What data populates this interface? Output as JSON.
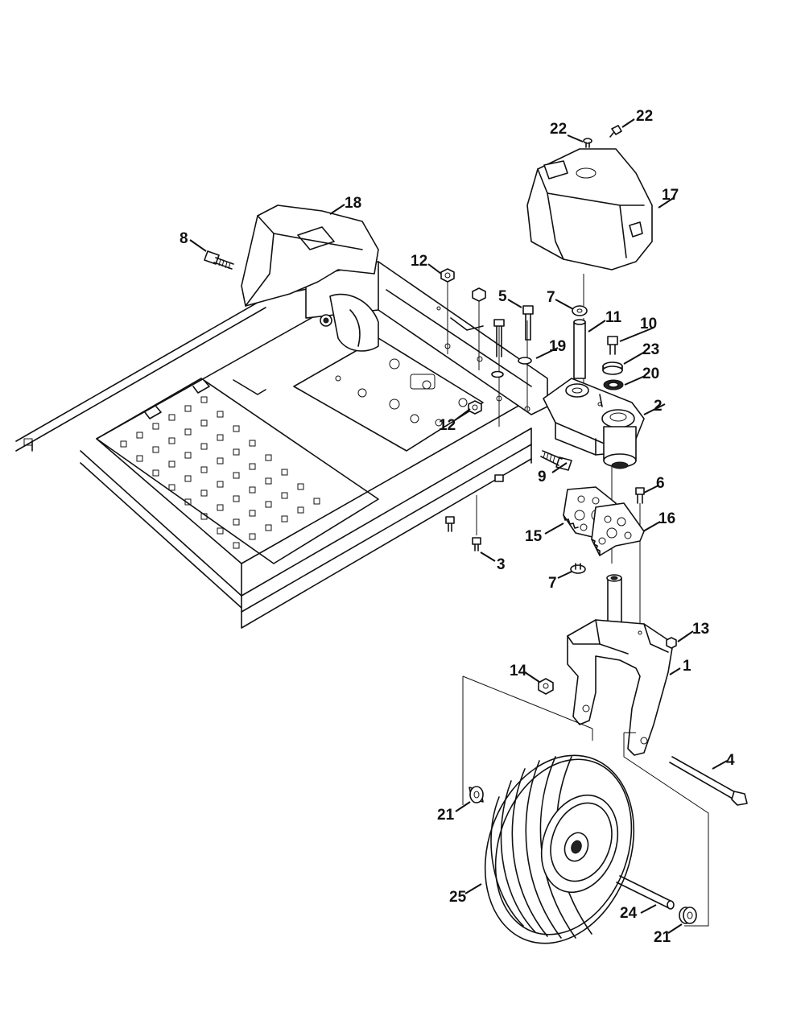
{
  "callouts": [
    {
      "id": "c1",
      "text": "1"
    },
    {
      "id": "c2",
      "text": "2"
    },
    {
      "id": "c3",
      "text": "3"
    },
    {
      "id": "c4",
      "text": "4"
    },
    {
      "id": "c5",
      "text": "5"
    },
    {
      "id": "c6",
      "text": "6"
    },
    {
      "id": "c7a",
      "text": "7"
    },
    {
      "id": "c7b",
      "text": "7"
    },
    {
      "id": "c8",
      "text": "8"
    },
    {
      "id": "c9",
      "text": "9"
    },
    {
      "id": "c10",
      "text": "10"
    },
    {
      "id": "c11",
      "text": "11"
    },
    {
      "id": "c12a",
      "text": "12"
    },
    {
      "id": "c12b",
      "text": "12"
    },
    {
      "id": "c13",
      "text": "13"
    },
    {
      "id": "c14",
      "text": "14"
    },
    {
      "id": "c15",
      "text": "15"
    },
    {
      "id": "c16",
      "text": "16"
    },
    {
      "id": "c17",
      "text": "17"
    },
    {
      "id": "c18",
      "text": "18"
    },
    {
      "id": "c19",
      "text": "19"
    },
    {
      "id": "c20",
      "text": "20"
    },
    {
      "id": "c21a",
      "text": "21"
    },
    {
      "id": "c21b",
      "text": "21"
    },
    {
      "id": "c22a",
      "text": "22"
    },
    {
      "id": "c22b",
      "text": "22"
    },
    {
      "id": "c23",
      "text": "23"
    },
    {
      "id": "c24",
      "text": "24"
    },
    {
      "id": "c25",
      "text": "25"
    }
  ]
}
